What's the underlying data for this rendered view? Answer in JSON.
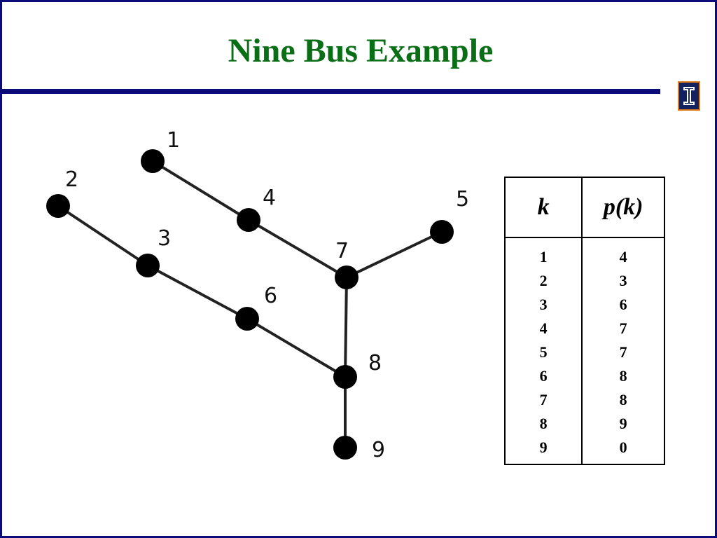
{
  "slide": {
    "title": "Nine Bus Example",
    "accent_color": "#0b0b7a",
    "title_color": "#0a6e16",
    "logo_icon": "illinois-block-i-icon"
  },
  "diagram": {
    "nodes": [
      {
        "id": "1",
        "label": "1"
      },
      {
        "id": "2",
        "label": "2"
      },
      {
        "id": "3",
        "label": "3"
      },
      {
        "id": "4",
        "label": "4"
      },
      {
        "id": "5",
        "label": "5"
      },
      {
        "id": "6",
        "label": "6"
      },
      {
        "id": "7",
        "label": "7"
      },
      {
        "id": "8",
        "label": "8"
      },
      {
        "id": "9",
        "label": "9"
      }
    ],
    "edges": [
      {
        "from": "1",
        "to": "4"
      },
      {
        "from": "4",
        "to": "7"
      },
      {
        "from": "5",
        "to": "7"
      },
      {
        "from": "2",
        "to": "3"
      },
      {
        "from": "3",
        "to": "6"
      },
      {
        "from": "6",
        "to": "8"
      },
      {
        "from": "7",
        "to": "8"
      },
      {
        "from": "8",
        "to": "9"
      }
    ]
  },
  "table": {
    "headers": {
      "k": "k",
      "pk": "p(k)"
    },
    "rows": [
      {
        "k": "1",
        "pk": "4"
      },
      {
        "k": "2",
        "pk": "3"
      },
      {
        "k": "3",
        "pk": "6"
      },
      {
        "k": "4",
        "pk": "7"
      },
      {
        "k": "5",
        "pk": "7"
      },
      {
        "k": "6",
        "pk": "8"
      },
      {
        "k": "7",
        "pk": "8"
      },
      {
        "k": "8",
        "pk": "9"
      },
      {
        "k": "9",
        "pk": "0"
      }
    ]
  }
}
